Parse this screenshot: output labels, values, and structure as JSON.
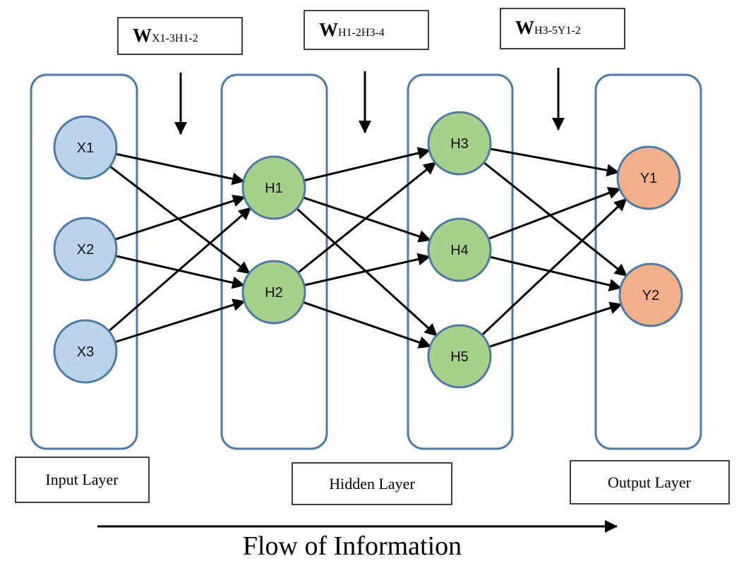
{
  "weights": [
    {
      "main": "W",
      "sub": "X1-3H1-2"
    },
    {
      "main": "W",
      "sub": "H1-2H3-4"
    },
    {
      "main": "W",
      "sub": "H3-5Y1-2"
    }
  ],
  "nodes": {
    "x1": "X1",
    "x2": "X2",
    "x3": "X3",
    "h1": "H1",
    "h2": "H2",
    "h3": "H3",
    "h4": "H4",
    "h5": "H5",
    "y1": "Y1",
    "y2": "Y2"
  },
  "layer_labels": {
    "input": "Input Layer",
    "hidden": "Hidden Layer",
    "output": "Output Layer"
  },
  "flow_label": "Flow of Information",
  "edges": [
    [
      "x1",
      "h1"
    ],
    [
      "x1",
      "h2"
    ],
    [
      "x2",
      "h1"
    ],
    [
      "x2",
      "h2"
    ],
    [
      "x3",
      "h1"
    ],
    [
      "x3",
      "h2"
    ],
    [
      "h1",
      "h3"
    ],
    [
      "h1",
      "h4"
    ],
    [
      "h1",
      "h5"
    ],
    [
      "h2",
      "h3"
    ],
    [
      "h2",
      "h4"
    ],
    [
      "h2",
      "h5"
    ],
    [
      "h3",
      "y1"
    ],
    [
      "h3",
      "y2"
    ],
    [
      "h4",
      "y1"
    ],
    [
      "h4",
      "y2"
    ],
    [
      "h5",
      "y1"
    ],
    [
      "h5",
      "y2"
    ]
  ],
  "colors": {
    "input_node": "#bcd3ec",
    "hidden_node": "#a7d08a",
    "output_node": "#f2b08a",
    "box_border": "#4f7aa6"
  }
}
